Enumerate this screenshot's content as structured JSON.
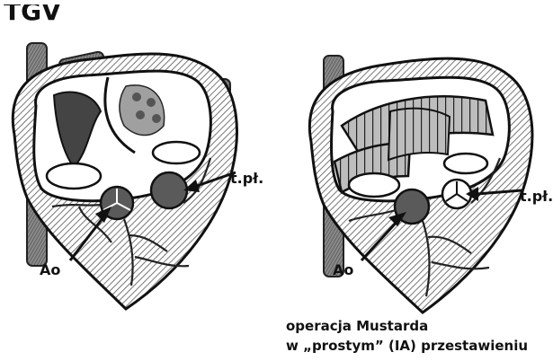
{
  "header": {
    "fragment": "TGV"
  },
  "left_heart": {
    "aorta_label": "Ao",
    "valve_label": "t.pł."
  },
  "right_heart": {
    "aorta_label": "Ao",
    "valve_label": "t.pł."
  },
  "caption": {
    "line1": "operacja Mustarda",
    "line2": "w „prostym” (IA) przestawieniu"
  }
}
